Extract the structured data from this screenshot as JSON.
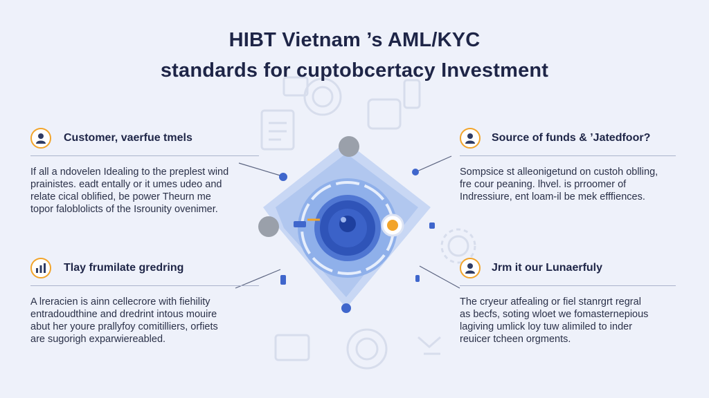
{
  "title": {
    "line1": "HIBT Vietnam ’s AML/KYC",
    "line2": "standards for cuptobcertacy Investment"
  },
  "panels": {
    "top_left": {
      "icon": "user-avatar-icon",
      "heading": "Customer, vaerfue tmels",
      "lines": [
        "If all a ndovelen Idealing to the preplest wind",
        "prainistes. eadt entally or it umes udeo and",
        "relate cical oblified,  be power Theurn me",
        "topor faloblolicts of the Isrounity ovenimer."
      ]
    },
    "top_right": {
      "icon": "user-avatar-icon",
      "heading": "Source of funds & ’Jatedfoor?",
      "lines": [
        "Sompsice st alleonigetund on custoh oblling,",
        "fre cour peaning.  lhvel.  is  prroomer of",
        "Indressiure, ent loam-il be mek efffiences."
      ]
    },
    "bottom_left": {
      "icon": "chart-icon",
      "heading": "Tlay frumilate gredring",
      "lines": [
        "A lreracien is ainn  cellecrore with fiehility",
        "entradoudthine and dredrint intous mouire",
        "abut her youre prallyfoy comitilliers, orfiets",
        "are sugorigh exparwiereabled."
      ]
    },
    "bottom_right": {
      "icon": "user-avatar-icon",
      "heading": "Jrm it our Lunaerfuly",
      "lines": [
        "The  cryeur  atfealing  or  fiel  stanrgrt  regral",
        "as becfs, soting wloet we fomasternepious",
        "lagiving umlick loy tuw alimiled to inder",
        "reuicer tcheen orgments."
      ]
    }
  },
  "colors": {
    "accent_orange": "#f2a42a",
    "primary_blue": "#3f66cc",
    "light_blue": "#b9cdf2",
    "title": "#1e2547"
  }
}
